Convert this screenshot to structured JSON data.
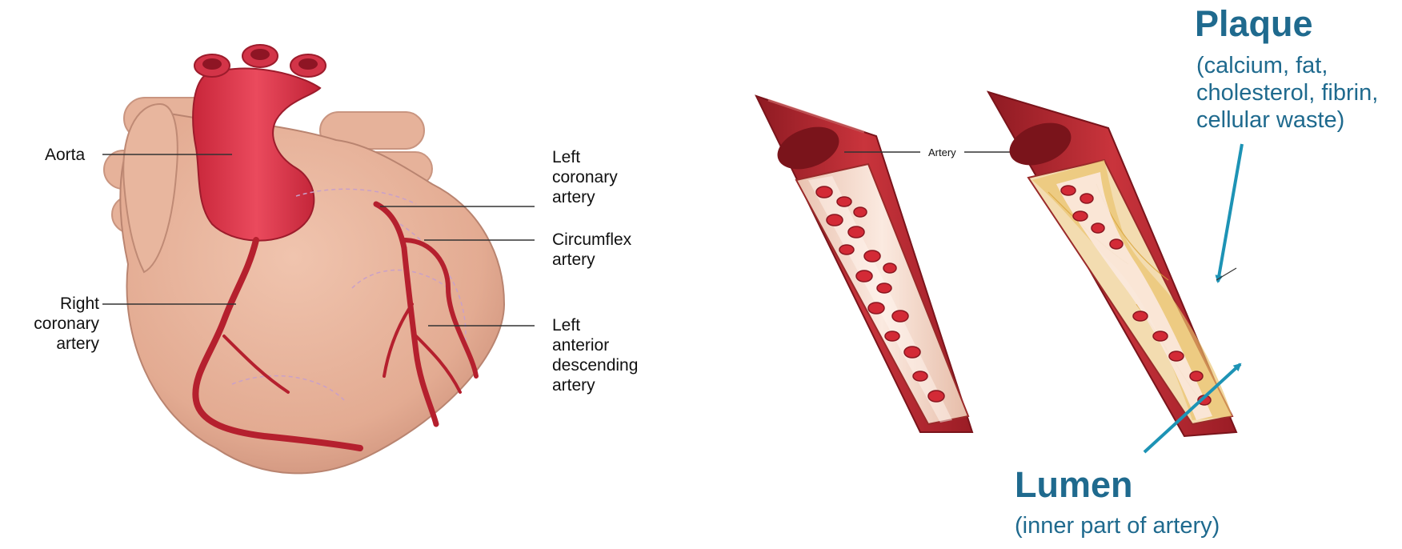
{
  "heart_labels": {
    "aorta": "Aorta",
    "right_coronary": [
      "Right",
      "coronary",
      "artery"
    ],
    "left_coronary": [
      "Left",
      "coronary",
      "artery"
    ],
    "circumflex": [
      "Circumflex",
      "artery"
    ],
    "lad": [
      "Left",
      "anterior",
      "descending",
      "artery"
    ]
  },
  "artery_label": "Artery",
  "plaque": {
    "title": "Plaque",
    "description": [
      "(calcium, fat,",
      "cholesterol, fibrin,",
      "cellular waste)"
    ]
  },
  "lumen": {
    "title": "Lumen",
    "description": "(inner part of artery)"
  },
  "colors": {
    "accent": "#1f6a8e",
    "pointer": "#1d93b5",
    "heart_tissue": "#e8b49c",
    "artery_red": "#c8283a",
    "aorta_red": "#e23a4f"
  }
}
